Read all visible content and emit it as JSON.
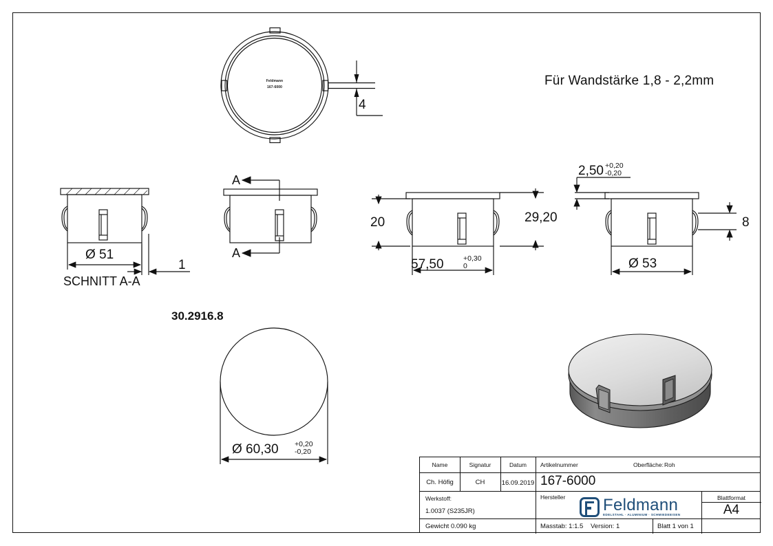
{
  "sheet": {
    "header_note": "Für Wandstärke 1,8 - 2,2mm",
    "part_code": "30.2916.8",
    "section_label": "SCHNITT A-A",
    "section_arrow_top": "A",
    "section_arrow_bottom": "A"
  },
  "top_view": {
    "center_text_line1": "Feldmann",
    "center_text_line2": "167-6000",
    "dim_flange": "4"
  },
  "view_section": {
    "dim_diameter": "Ø 51",
    "dim_wall": "1"
  },
  "view_dims": {
    "dim_height_inner": "20",
    "dim_height_total": "29,20",
    "dim_width": "57,50",
    "dim_width_tol_upper": "+0,30",
    "dim_width_tol_lower": "0"
  },
  "view_right": {
    "dim_flange_thickness": "2,50",
    "dim_flange_tol_upper": "+0,20",
    "dim_flange_tol_lower": "-0,20",
    "dim_tab": "8",
    "dim_diameter": "Ø 53"
  },
  "view_circle": {
    "dim_diameter": "Ø 60,30",
    "dim_tol_upper": "+0,20",
    "dim_tol_lower": "-0,20"
  },
  "title_block": {
    "col_name_label": "Name",
    "col_signature_label": "Signatur",
    "col_date_label": "Datum",
    "name_value": "Ch. Höfig",
    "signature_value": "CH",
    "date_value": "16.09.2019",
    "article_label": "Artikelnummer",
    "article_value": "167-6000",
    "surface_label": "Oberfläche:",
    "surface_value": "Roh",
    "material_label": "Werkstoff:",
    "material_value": "1.0037 (S235JR)",
    "manufacturer_label": "Hersteller",
    "logo_word": "Feldmann",
    "logo_tagline": "EDELSTAHL · ALUMINIUM · SCHMIEDEEISEN",
    "sheet_format_label": "Blattformat",
    "sheet_format_value": "A4",
    "weight_value": "Gewicht 0.090 kg",
    "scale_value": "Masstab: 1:1.5",
    "version_value": "Version: 1",
    "page_value": "Blatt 1 von 1"
  },
  "colors": {
    "brand_blue": "#1f4e79",
    "line": "#111111",
    "render_top": "#d9d9d9",
    "render_body": "#6e6e6e"
  }
}
